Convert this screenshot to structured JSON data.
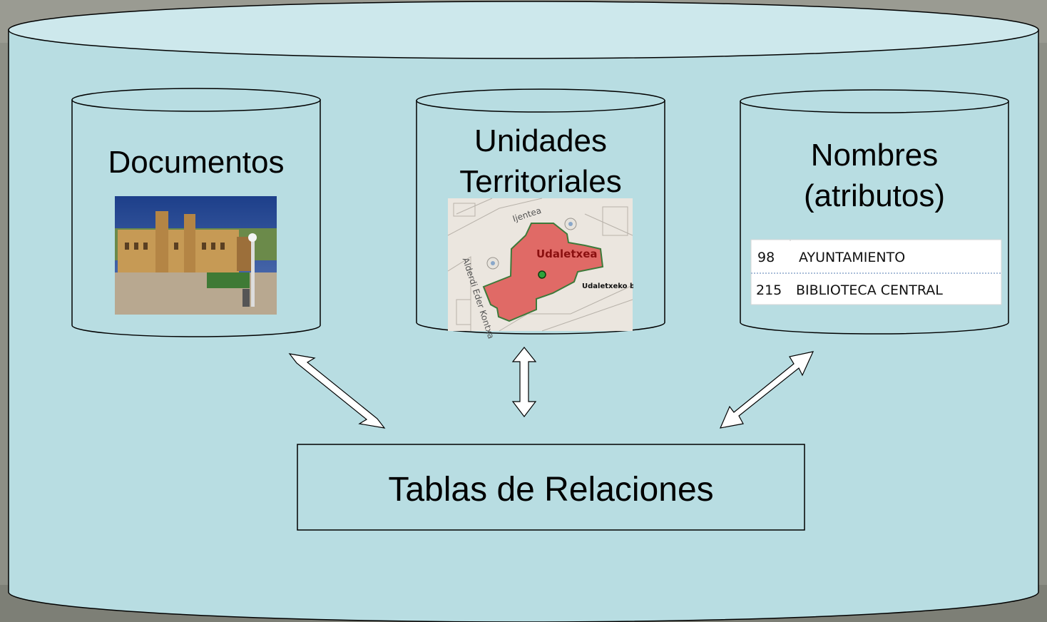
{
  "diagram": {
    "cylinders": {
      "documentos": {
        "label": "Documentos"
      },
      "unidades": {
        "label_line1": "Unidades",
        "label_line2": "Territoriales"
      },
      "nombres": {
        "label_line1": "Nombres",
        "label_line2": "(atributos)"
      }
    },
    "relations_box": {
      "label": "Tablas de Relaciones"
    },
    "map": {
      "building_label": "Udaletxea",
      "street_label": "Ijentea",
      "side_label": "Udaletxeko b",
      "vertical_label": "Alderdi Eder Kontxa"
    },
    "names_table": {
      "rows": [
        {
          "id": "98",
          "name": "AYUNTAMIENTO"
        },
        {
          "id": "215",
          "name": "BIBLIOTECA CENTRAL"
        }
      ]
    },
    "colors": {
      "cylinder_fill": "#b8dde2",
      "building": "#e06a66",
      "background": "#8d8f86"
    }
  }
}
